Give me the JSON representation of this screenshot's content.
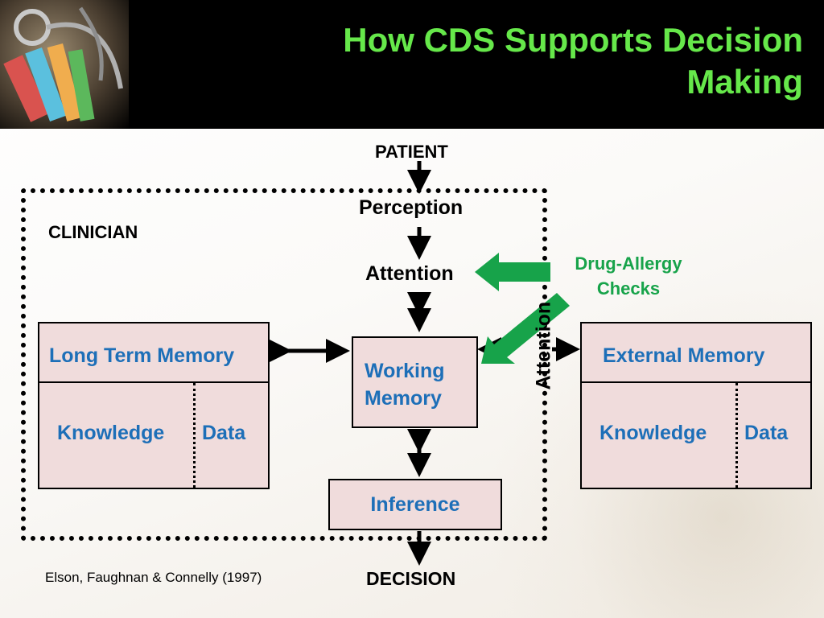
{
  "title": "How CDS Supports Decision Making",
  "diagram": {
    "patient": "PATIENT",
    "perception": "Perception",
    "attention": "Attention",
    "clinician": "CLINICIAN",
    "drug_allergy": "Drug-Allergy Checks",
    "attention_vertical": "Attention",
    "long_term_memory": "Long Term Memory",
    "ltm_knowledge": "Knowledge",
    "ltm_data": "Data",
    "working_memory": "Working Memory",
    "external_memory": "External Memory",
    "ext_knowledge": "Knowledge",
    "ext_data": "Data",
    "inference": "Inference",
    "decision": "DECISION",
    "citation": "Elson, Faughnan & Connelly (1997)"
  },
  "colors": {
    "title": "#66e84a",
    "box_text": "#1d6fb8",
    "box_fill": "#f0dcdc",
    "cds_green": "#17a34a"
  },
  "icons": [
    "stethoscope-illustration"
  ]
}
